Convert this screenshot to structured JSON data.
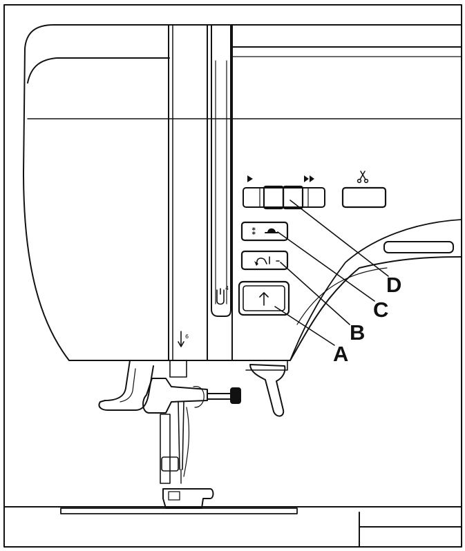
{
  "callouts": {
    "a": "A",
    "b": "B",
    "c": "C",
    "d": "D"
  },
  "buttons": {
    "speed_slow_icon": "play-triangle-icon",
    "speed_fast_icon": "fast-forward-icon",
    "cutter_icon": "scissors-icon",
    "stitch_icon": "needle-stop-icon",
    "reverse_icon": "reverse-stitch-icon",
    "needle_up_down_icon": "up-arrow-icon",
    "threader_icon": "thread-path-icon",
    "needle_icon": "needle-down-arrow-icon"
  },
  "colors": {
    "line": "#111111",
    "background": "#ffffff"
  }
}
